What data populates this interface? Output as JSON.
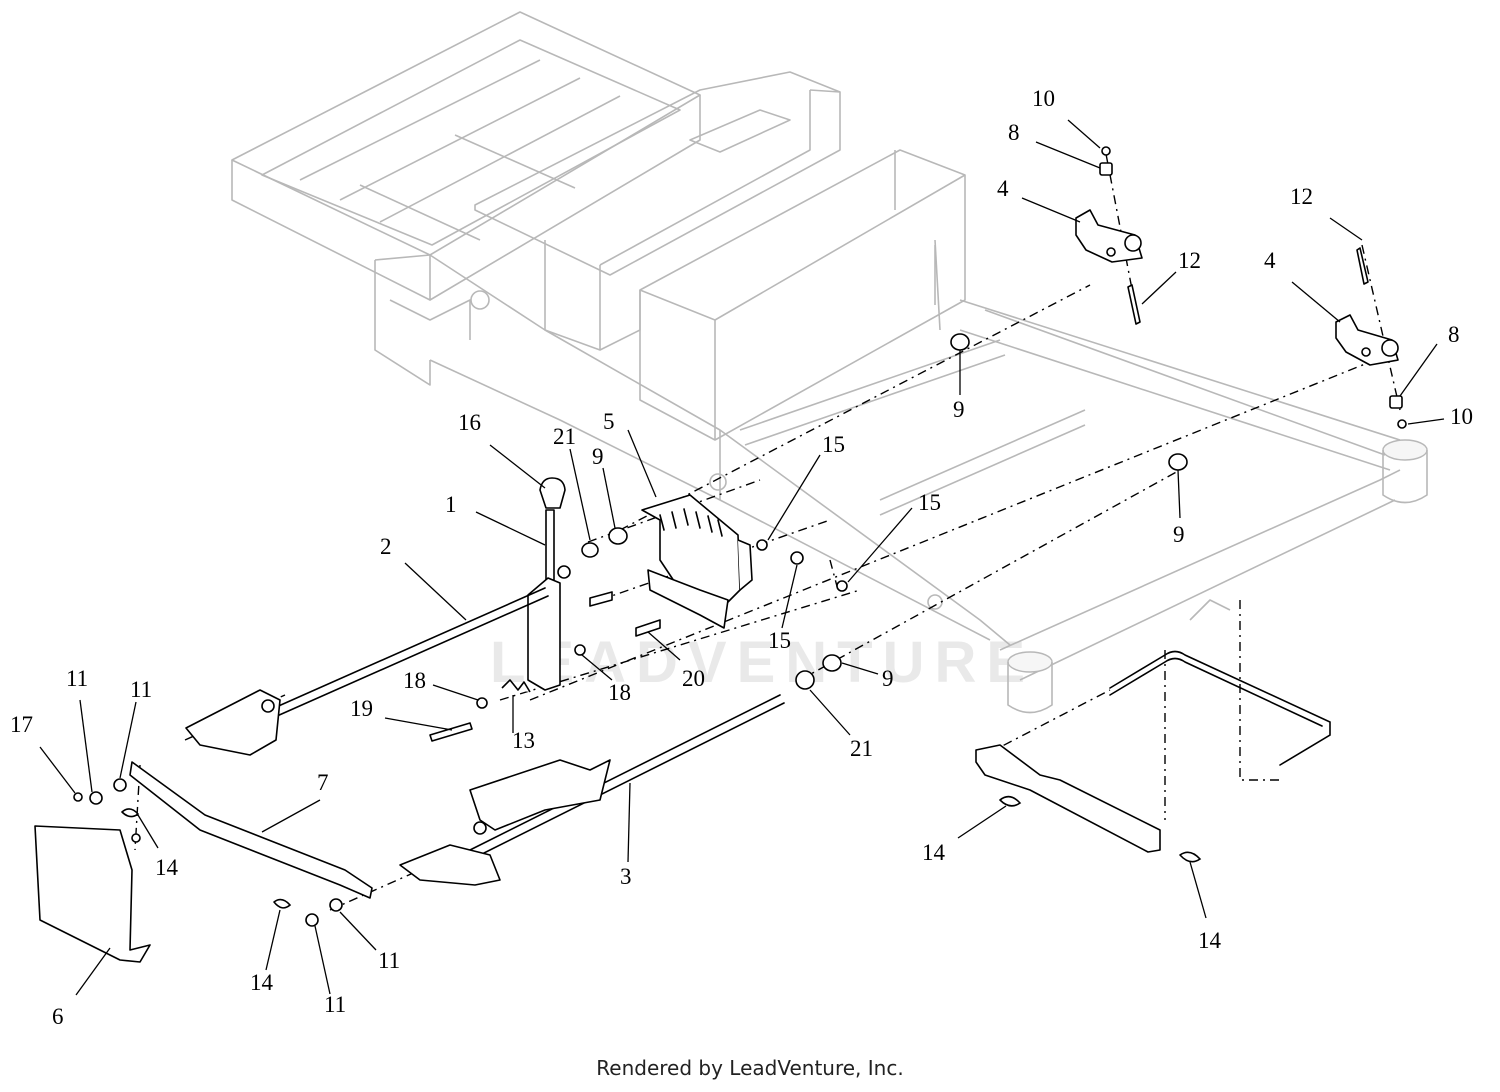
{
  "watermark": "LEADVENTURE",
  "footer": "Rendered by LeadVenture, Inc.",
  "callouts": {
    "c1": "1",
    "c2": "2",
    "c3": "3",
    "c4a": "4",
    "c4b": "4",
    "c5": "5",
    "c6": "6",
    "c7": "7",
    "c8a": "8",
    "c8b": "8",
    "c9a": "9",
    "c9b": "9",
    "c9c": "9",
    "c9d": "9",
    "c10a": "10",
    "c10b": "10",
    "c11a": "11",
    "c11b": "11",
    "c11c": "11",
    "c11d": "11",
    "c12a": "12",
    "c12b": "12",
    "c13": "13",
    "c14a": "14",
    "c14b": "14",
    "c14c": "14",
    "c14d": "14",
    "c15a": "15",
    "c15b": "15",
    "c15c": "15",
    "c16": "16",
    "c17": "17",
    "c18a": "18",
    "c18b": "18",
    "c19": "19",
    "c20": "20",
    "c21a": "21",
    "c21b": "21"
  }
}
